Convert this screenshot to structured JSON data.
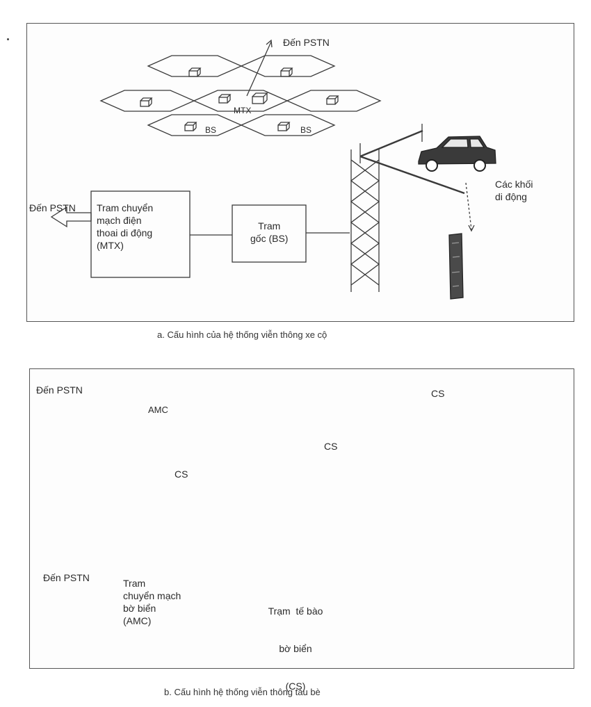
{
  "panel_a": {
    "to_pstn_top": "Đến PSTN",
    "mtx_label": "MTX",
    "bs_label_1": "BS",
    "bs_label_2": "BS",
    "to_pstn_left": "Đến PSTN",
    "mtx_box_line1": "Tram chuyển",
    "mtx_box_line2": "mạch điện",
    "mtx_box_line3": "thoai di động",
    "mtx_box_line4": "(MTX)",
    "bs_box_line1": "Tram",
    "bs_box_line2": "gốc (BS)",
    "mobile_line1": "Các khối",
    "mobile_line2": "di động",
    "caption": "a. Cấu hình của hệ thống viễn thông xe cộ"
  },
  "panel_b": {
    "to_pstn_top": "Đến PSTN",
    "amc_label": "AMC",
    "cs_label_1": "CS",
    "cs_label_2": "CS",
    "cs_label_3": "CS",
    "to_pstn_bottom": "Đến PSTN",
    "amc_box_line1": "Tram",
    "amc_box_line2": "chuyển mạch",
    "amc_box_line3": "bờ biển",
    "amc_box_line4": "(AMC)",
    "cs_box_line1": "Trạm  tế bào",
    "cs_box_line2": "bờ biển",
    "cs_box_line3": "(CS)",
    "caption": "b. Cấu hình hệ thống viễn thông tàu bè"
  },
  "line_color": "#3a3a3a"
}
